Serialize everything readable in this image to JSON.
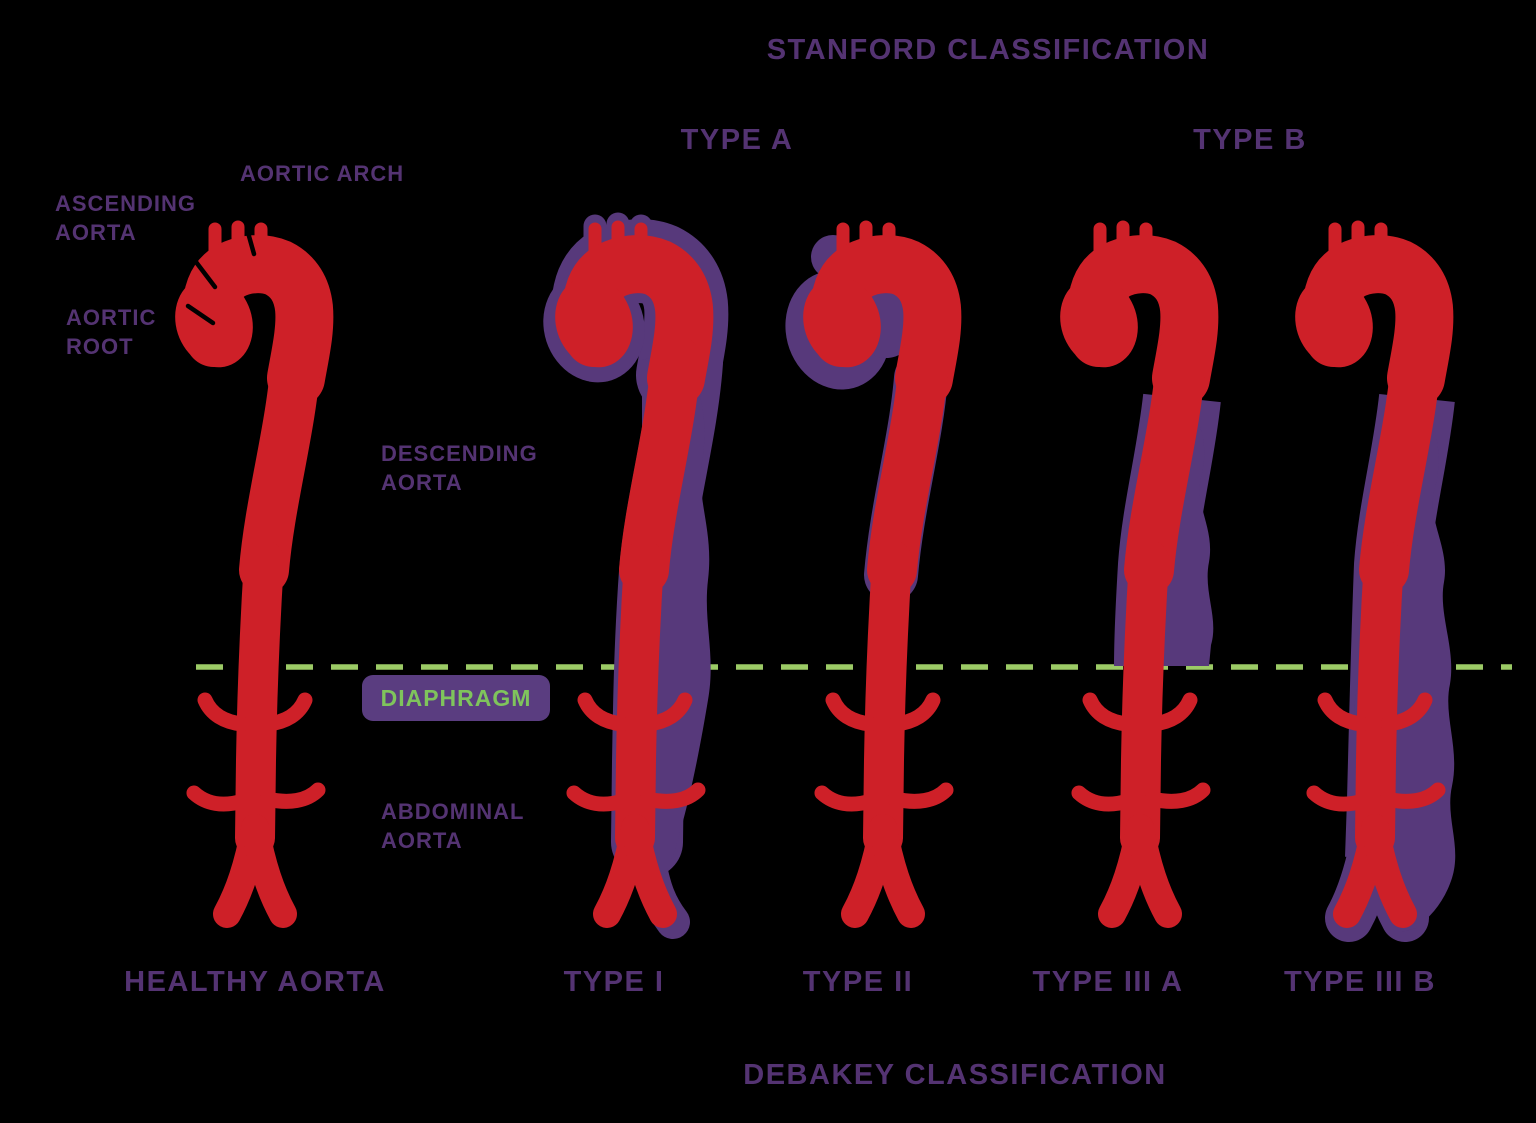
{
  "stanford": {
    "title": "STANFORD CLASSIFICATION",
    "type_a": "TYPE A",
    "type_b": "TYPE B"
  },
  "debakey": {
    "title": "DEBAKEY CLASSIFICATION",
    "types": [
      {
        "label": "HEALTHY AORTA"
      },
      {
        "label": "TYPE I"
      },
      {
        "label": "TYPE II"
      },
      {
        "label": "TYPE III A"
      },
      {
        "label": "TYPE III B"
      }
    ]
  },
  "anatomy": {
    "aortic_arch": "AORTIC ARCH",
    "ascending_aorta": "ASCENDING AORTA",
    "aortic_root": "AORTIC ROOT",
    "descending_aorta": "DESCENDING AORTA",
    "diaphragm": "DIAPHRAGM",
    "abdominal_aorta": "ABDOMINAL AORTA"
  },
  "colors": {
    "aorta_red": "#CE2028",
    "dissection_purple": "#57397B",
    "text_purple": "#543372",
    "badge_purple": "#5A3D80",
    "diaphragm_green": "#7FC45C",
    "line_green": "#9CCB66",
    "bg": "#000000"
  }
}
